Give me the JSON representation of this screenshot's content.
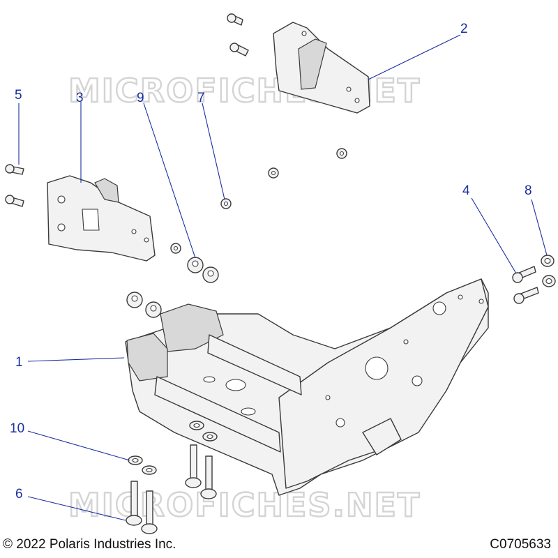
{
  "diagram": {
    "watermark_text": "MICROFICHES.NET",
    "copyright": "© 2022 Polaris Industries Inc.",
    "drawing_number": "C0705633",
    "callouts": [
      {
        "id": "c1",
        "label": "1"
      },
      {
        "id": "c2",
        "label": "2"
      },
      {
        "id": "c3",
        "label": "3"
      },
      {
        "id": "c4",
        "label": "4"
      },
      {
        "id": "c5",
        "label": "5"
      },
      {
        "id": "c6",
        "label": "6"
      },
      {
        "id": "c7",
        "label": "7"
      },
      {
        "id": "c8",
        "label": "8"
      },
      {
        "id": "c9",
        "label": "9"
      },
      {
        "id": "c10",
        "label": "10"
      }
    ],
    "colors": {
      "callout": "#1a2fa0",
      "line_art": "#3a3a3a",
      "watermark": "#d4d4d4"
    }
  }
}
